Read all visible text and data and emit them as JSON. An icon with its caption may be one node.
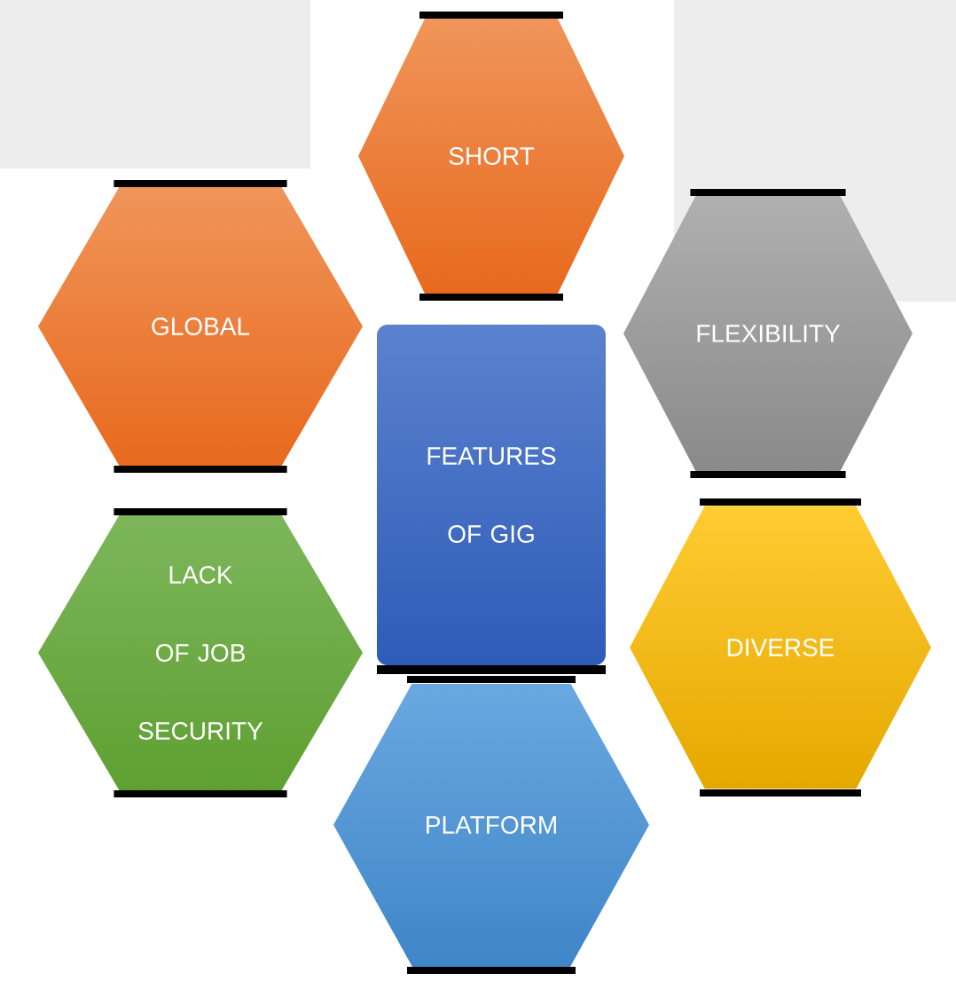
{
  "diagram": {
    "nodes": [
      {
        "text": [
          "SHORT"
        ]
      },
      {
        "text": [
          "GLOBAL"
        ]
      },
      {
        "text": [
          "FLEXIBILITY"
        ]
      },
      {
        "text": [
          "FEATURES OF GIG"
        ]
      },
      {
        "text": [
          "LACK OF JOB SECURITY"
        ]
      },
      {
        "text": [
          "DIVERSE"
        ]
      },
      {
        "text": [
          "PLATFORM"
        ]
      }
    ]
  }
}
